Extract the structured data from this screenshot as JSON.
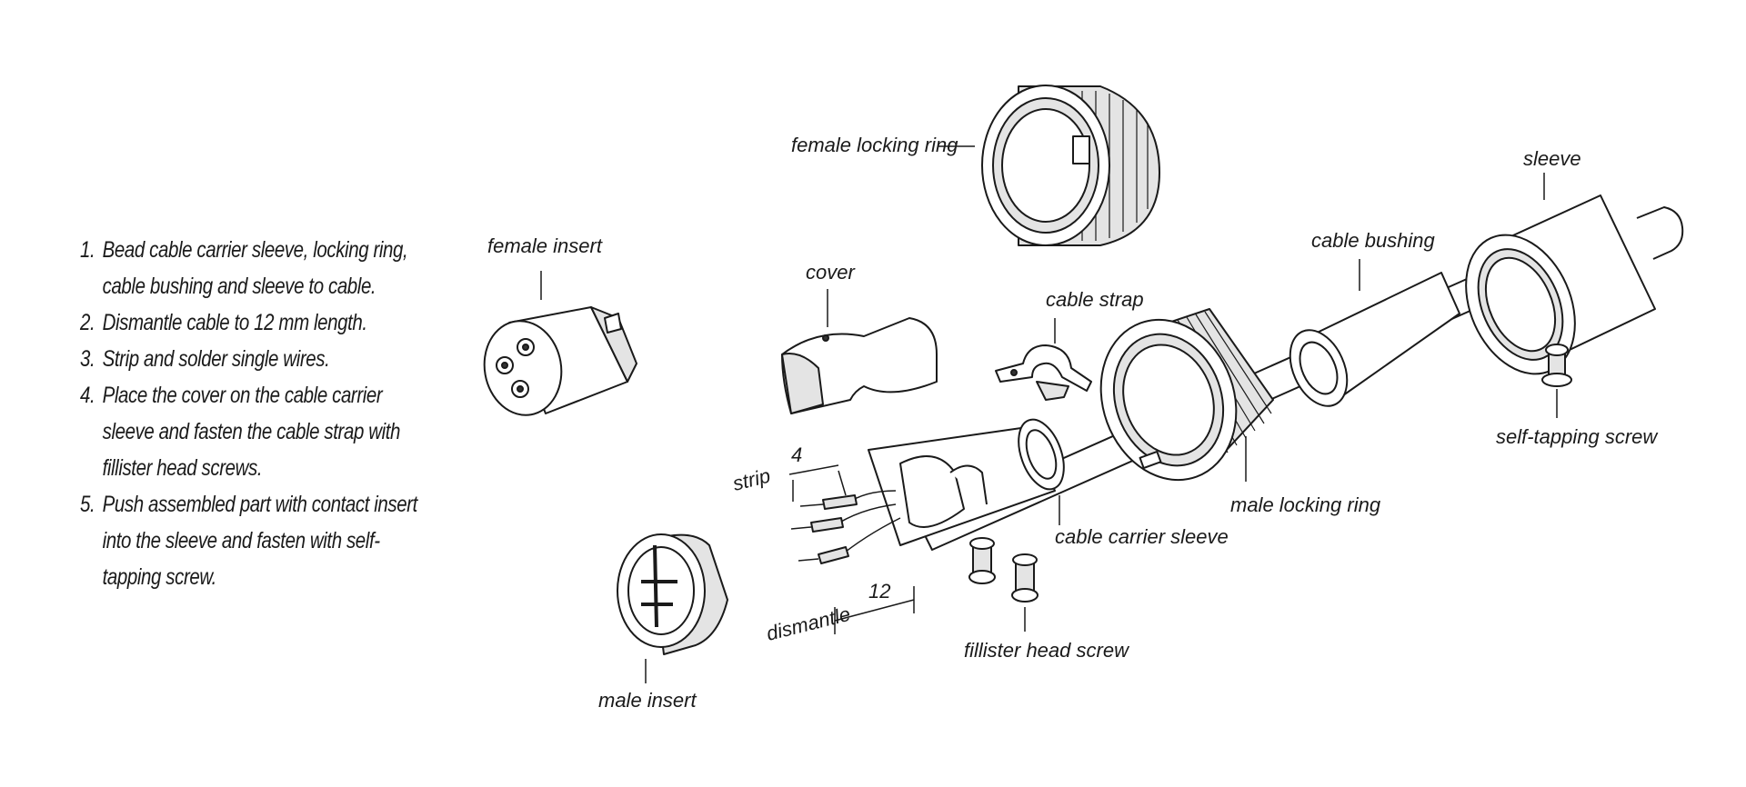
{
  "instructions": [
    {
      "num": "1.",
      "text": "Bead cable carrier sleeve, locking ring, cable bushing and sleeve to cable."
    },
    {
      "num": "2.",
      "text": "Dismantle cable to 12 mm length."
    },
    {
      "num": "3.",
      "text": "Strip and solder single wires."
    },
    {
      "num": "4.",
      "text": "Place the cover on the cable carrier sleeve and fasten the cable strap with fillister head screws."
    },
    {
      "num": "5.",
      "text": "Push assembled part with contact insert into the sleeve and fasten with self-tapping screw."
    }
  ],
  "labels": {
    "female_locking_ring": "female locking ring",
    "sleeve": "sleeve",
    "female_insert": "female insert",
    "cover": "cover",
    "cable_strap": "cable strap",
    "cable_bushing": "cable bushing",
    "self_tapping_screw": "self-tapping screw",
    "male_locking_ring": "male locking ring",
    "cable_carrier_sleeve": "cable carrier sleeve",
    "fillister_head_screw": "fillister head screw",
    "male_insert": "male insert",
    "strip": "strip",
    "dismantle": "dismantle",
    "dim_strip": "4",
    "dim_dismantle": "12"
  }
}
